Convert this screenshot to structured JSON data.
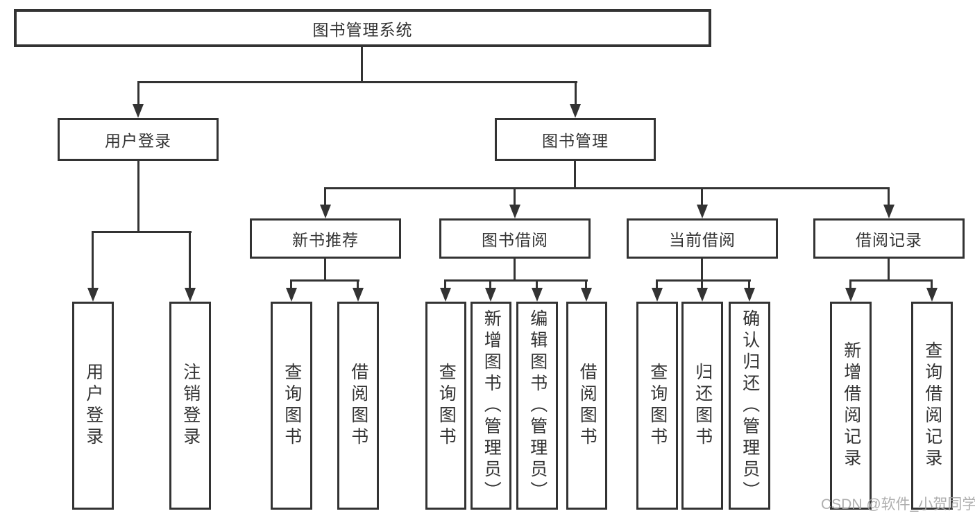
{
  "diagram_type": "hierarchy-tree",
  "watermark": "CSDN @软件_小贺同学",
  "colors": {
    "line": "#333333",
    "text": "#333333",
    "box_background": "#ffffff",
    "watermark": "#a6a6a6",
    "background": "#ffffff"
  },
  "tree": {
    "label": "图书管理系统",
    "children": [
      {
        "label": "用户登录",
        "children": [
          {
            "label": "用户登录"
          },
          {
            "label": "注销登录"
          }
        ]
      },
      {
        "label": "图书管理",
        "children": [
          {
            "label": "新书推荐",
            "children": [
              {
                "label": "查询图书"
              },
              {
                "label": "借阅图书"
              }
            ]
          },
          {
            "label": "图书借阅",
            "children": [
              {
                "label": "查询图书"
              },
              {
                "label": "新增图书（管理员）"
              },
              {
                "label": "编辑图书（管理员）"
              },
              {
                "label": "借阅图书"
              }
            ]
          },
          {
            "label": "当前借阅",
            "children": [
              {
                "label": "查询图书"
              },
              {
                "label": "归还图书"
              },
              {
                "label": "确认归还（管理员）"
              }
            ]
          },
          {
            "label": "借阅记录",
            "children": [
              {
                "label": "新增借阅记录"
              },
              {
                "label": "查询借阅记录"
              }
            ]
          }
        ]
      }
    ]
  }
}
